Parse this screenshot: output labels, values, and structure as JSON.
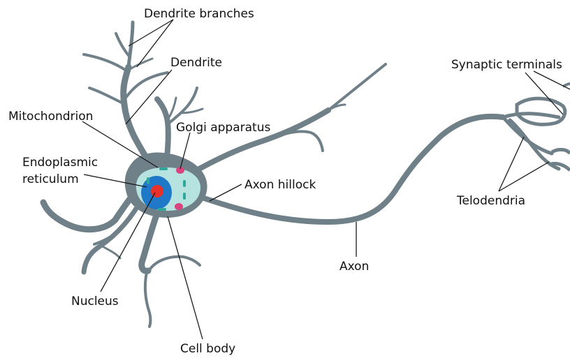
{
  "labels": {
    "dendrite_branches": "Dendrite branches",
    "dendrite": "Dendrite",
    "mitochondrion": "Mitochondrion",
    "golgi_apparatus": "Golgi apparatus",
    "endoplasmic_line1": "Endoplasmic",
    "endoplasmic_line2": "reticulum",
    "axon_hillock": "Axon hillock",
    "nucleus": "Nucleus",
    "cell_body": "Cell body",
    "axon": "Axon",
    "synaptic_terminals": "Synaptic terminals",
    "telodendria": "Telodendria"
  },
  "colors": {
    "neuron_gray": "#6f8088",
    "cytoplasm": "#b6e2e0",
    "nucleus_blue": "#1f78c8",
    "nucleolus_red": "#e8302a",
    "organelle_teal": "#2fa79a",
    "golgi_pink": "#d9447f",
    "text": "#111111"
  }
}
